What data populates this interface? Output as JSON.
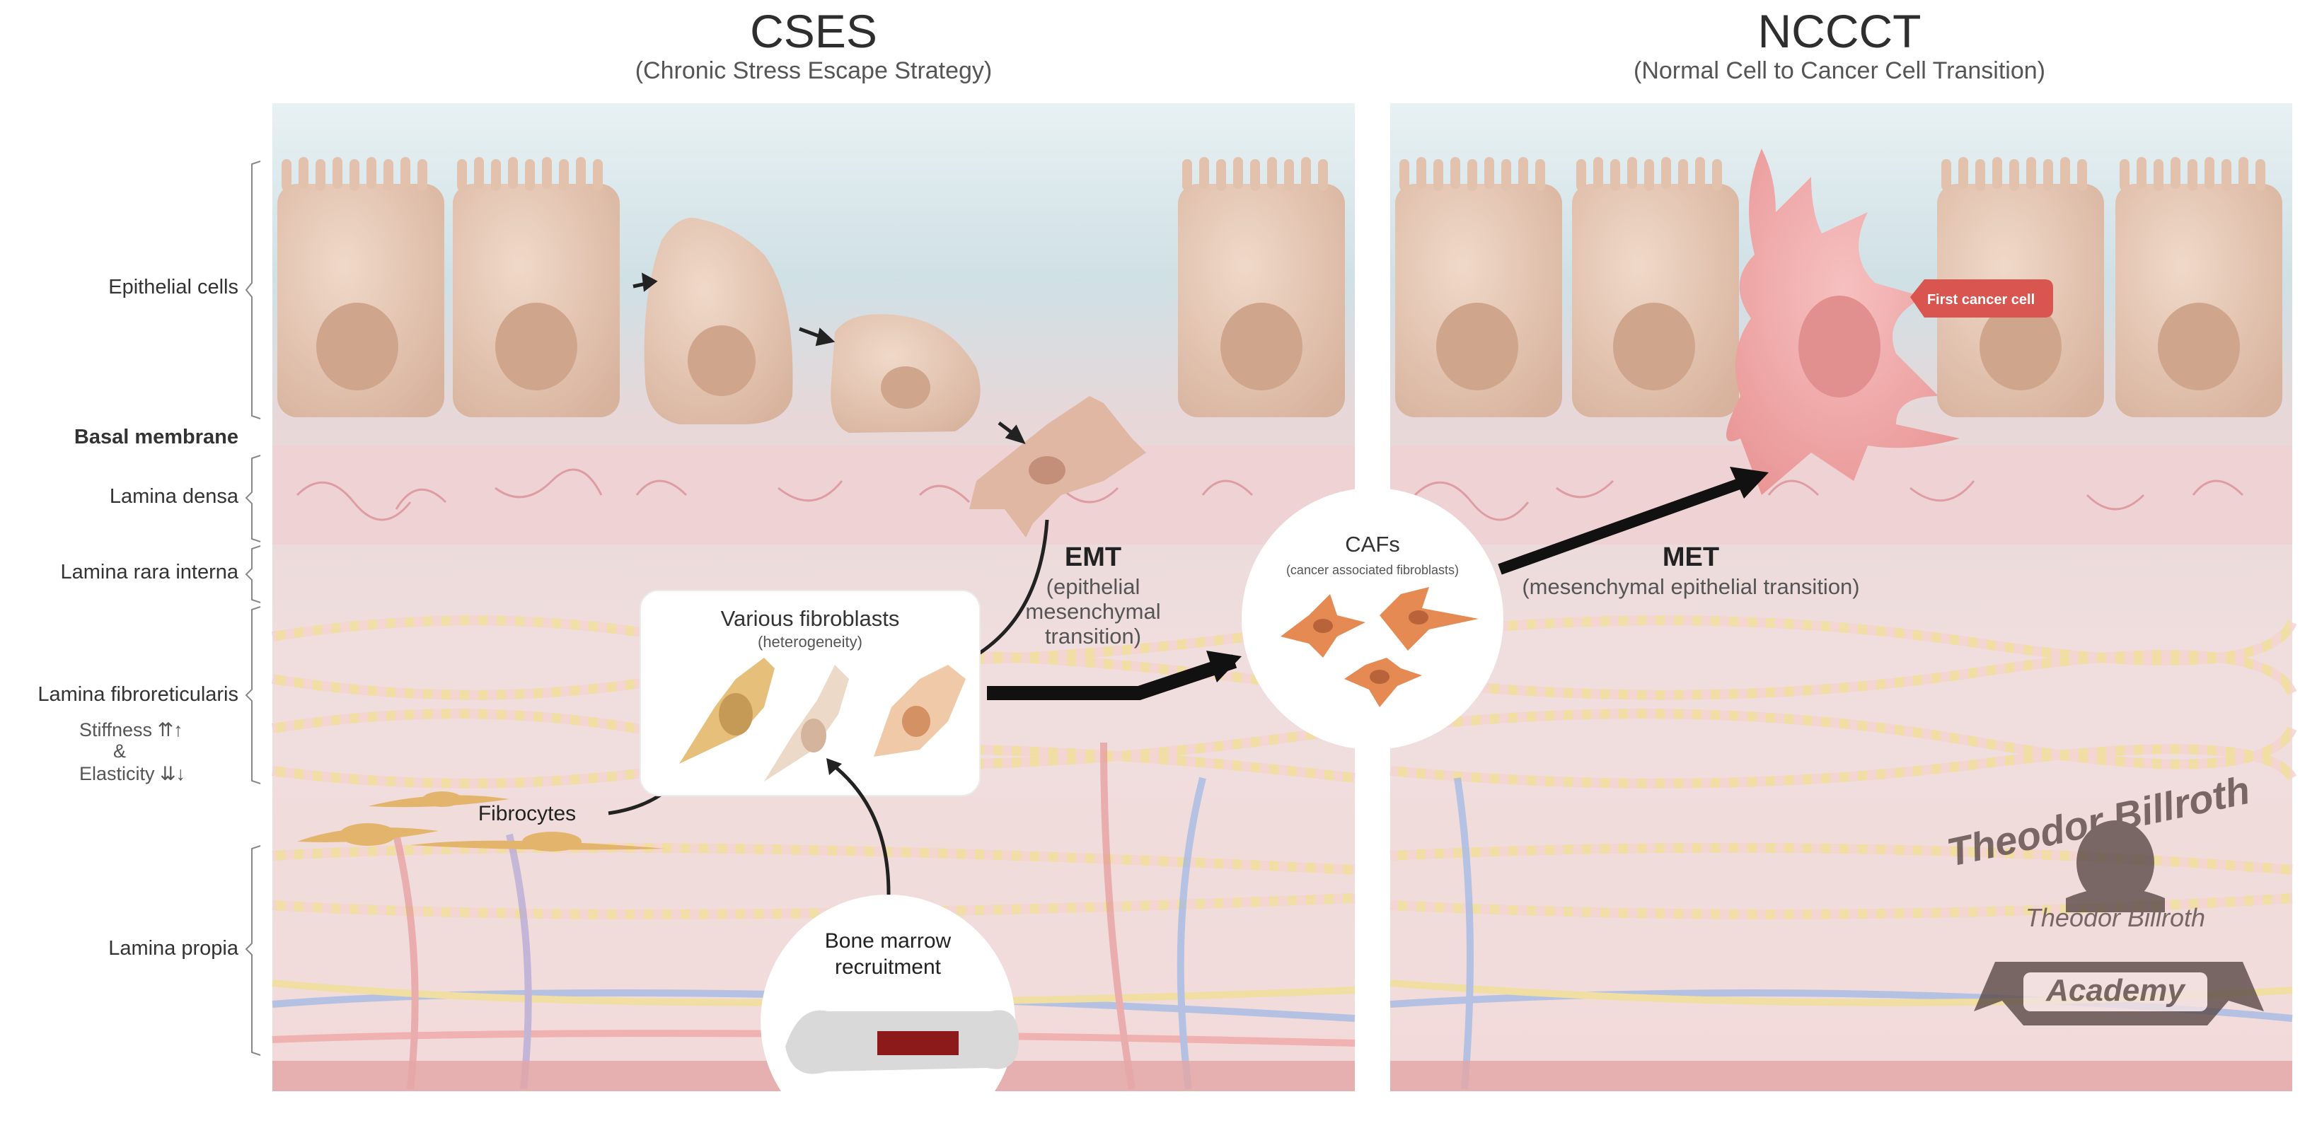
{
  "left_header": {
    "title": "CSES",
    "subtitle": "(Chronic Stress Escape Strategy)"
  },
  "right_header": {
    "title": "NCCCT",
    "subtitle": "(Normal Cell to Cancer Cell Transition)"
  },
  "layers": {
    "epithelial": "Epithelial cells",
    "basal": "Basal membrane",
    "densa": "Lamina densa",
    "rara": "Lamina rara interna",
    "fibro": "Lamina fibroreticularis",
    "stiffness": "Stiffness",
    "amp": "&",
    "elasticity": "Elasticity",
    "propia": "Lamina propia"
  },
  "emt": {
    "title": "EMT",
    "line1": "(epithelial",
    "line2": "mesenchymal",
    "line3": "transition)"
  },
  "fibroblasts": {
    "title": "Various fibroblasts",
    "subtitle": "(heterogeneity)"
  },
  "fibrocytes": "Fibrocytes",
  "bone_marrow": {
    "line1": "Bone marrow",
    "line2": "recruitment"
  },
  "cafs": {
    "title": "CAFs",
    "subtitle": "(cancer associated fibroblasts)"
  },
  "met": {
    "title": "MET",
    "subtitle": "(mesenchymal epithelial transition)"
  },
  "first_cancer_cell": "First cancer cell",
  "logo": {
    "top": "Theodor Billroth",
    "signature": "Theodor Billroth",
    "bottom": "Academy"
  },
  "colors": {
    "cell": "#e2c2ad",
    "nucleus": "#cfa58c",
    "cancer": "#f0a9a9",
    "caf": "#e58a52",
    "banner": "#d9554f",
    "tissue": "#f2dcdc"
  }
}
